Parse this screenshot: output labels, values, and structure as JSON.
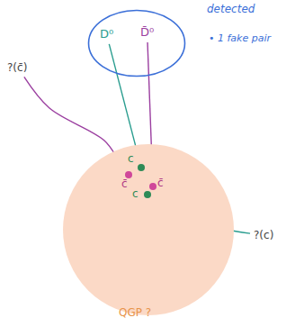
{
  "diagram": {
    "nodes": [
      {
        "text": [
          "detected"
        ]
      },
      {
        "text": [
          "D⁰"
        ],
        "in": 0
      },
      {
        "text": [
          "D̄⁰"
        ],
        "in": 0
      },
      {
        "text": [
          "QGP ?"
        ]
      },
      {
        "text": [
          "c"
        ],
        "in": 3
      },
      {
        "text": [
          "c̄"
        ],
        "in": 3
      },
      {
        "text": [
          "c̄"
        ],
        "in": 3
      },
      {
        "text": [
          "c"
        ],
        "in": 3
      },
      {
        "text": [
          "?(c̄)"
        ]
      },
      {
        "text": [
          "?(c)"
        ]
      }
    ],
    "edges": [
      {
        "from": 4,
        "to": 1,
        "arrow": "none"
      },
      {
        "from": 6,
        "to": 2,
        "arrow": "none"
      },
      {
        "from": 5,
        "to": 8,
        "arrow": "none"
      },
      {
        "from": 7,
        "to": 9,
        "arrow": "none"
      }
    ],
    "labels": [
      "• 1 fake pair"
    ]
  }
}
